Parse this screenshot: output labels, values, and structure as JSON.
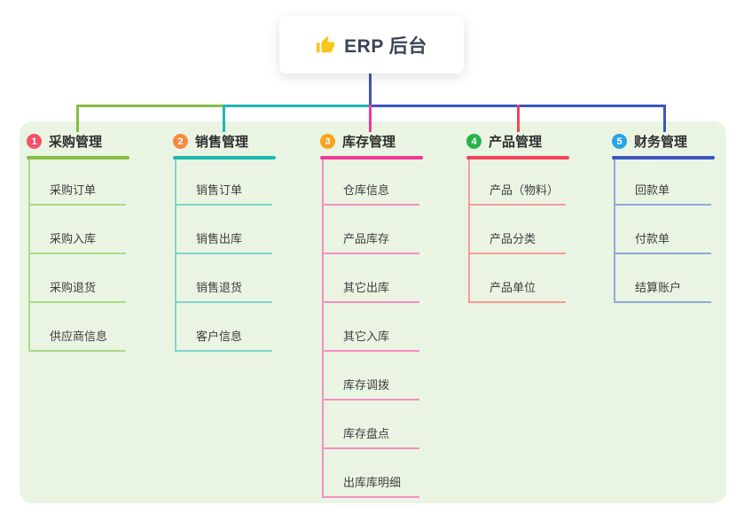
{
  "root": {
    "label": "ERP 后台",
    "icon": "thumbs-up-icon",
    "icon_color": "#f8c61c",
    "trunk_color": "#3c55c0"
  },
  "canvas": {
    "panel_background": "#e9f5e2",
    "page_background": "#ffffff"
  },
  "branches": [
    {
      "number": "1",
      "label": "采购管理",
      "badge_color": "#f4516c",
      "line_color": "#85bd44",
      "child_line_color": "#abd88a",
      "children": [
        "采购订单",
        "采购入库",
        "采购退货",
        "供应商信息"
      ]
    },
    {
      "number": "2",
      "label": "销售管理",
      "badge_color": "#f8893f",
      "line_color": "#1db9af",
      "child_line_color": "#7fd4cc",
      "children": [
        "销售订单",
        "销售出库",
        "销售退货",
        "客户信息"
      ]
    },
    {
      "number": "3",
      "label": "库存管理",
      "badge_color": "#f9a21c",
      "line_color": "#ee3a97",
      "child_line_color": "#f48fc2",
      "children": [
        "仓库信息",
        "产品库存",
        "其它出库",
        "其它入库",
        "库存调拨",
        "库存盘点",
        "出库库明细"
      ]
    },
    {
      "number": "4",
      "label": "产品管理",
      "badge_color": "#27b24b",
      "line_color": "#f4445a",
      "child_line_color": "#f79b9b",
      "children": [
        "产品（物料）",
        "产品分类",
        "产品单位"
      ]
    },
    {
      "number": "5",
      "label": "财务管理",
      "badge_color": "#2ba3e8",
      "line_color": "#3c55c0",
      "child_line_color": "#93a6dc",
      "children": [
        "回款单",
        "付款单",
        "结算账户"
      ]
    }
  ]
}
